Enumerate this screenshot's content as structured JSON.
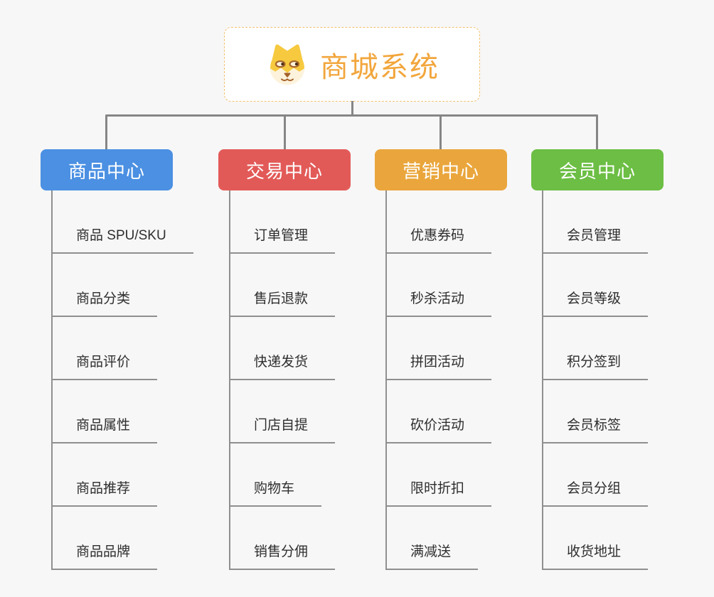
{
  "root": {
    "title": "商城系统",
    "icon": "shiba-dog-icon",
    "title_color": "#f2a63c",
    "border_color": "#f3c170"
  },
  "connector_color": "#868686",
  "branches": [
    {
      "label": "商品中心",
      "color": "#4b90e2",
      "children": [
        "商品 SPU/SKU",
        "商品分类",
        "商品评价",
        "商品属性",
        "商品推荐",
        "商品品牌"
      ]
    },
    {
      "label": "交易中心",
      "color": "#e25a58",
      "children": [
        "订单管理",
        "售后退款",
        "快递发货",
        "门店自提",
        "购物车",
        "销售分佣"
      ]
    },
    {
      "label": "营销中心",
      "color": "#eaa63c",
      "children": [
        "优惠券码",
        "秒杀活动",
        "拼团活动",
        "砍价活动",
        "限时折扣",
        "满减送"
      ]
    },
    {
      "label": "会员中心",
      "color": "#6cbe44",
      "children": [
        "会员管理",
        "会员等级",
        "积分签到",
        "会员标签",
        "会员分组",
        "收货地址"
      ]
    }
  ]
}
